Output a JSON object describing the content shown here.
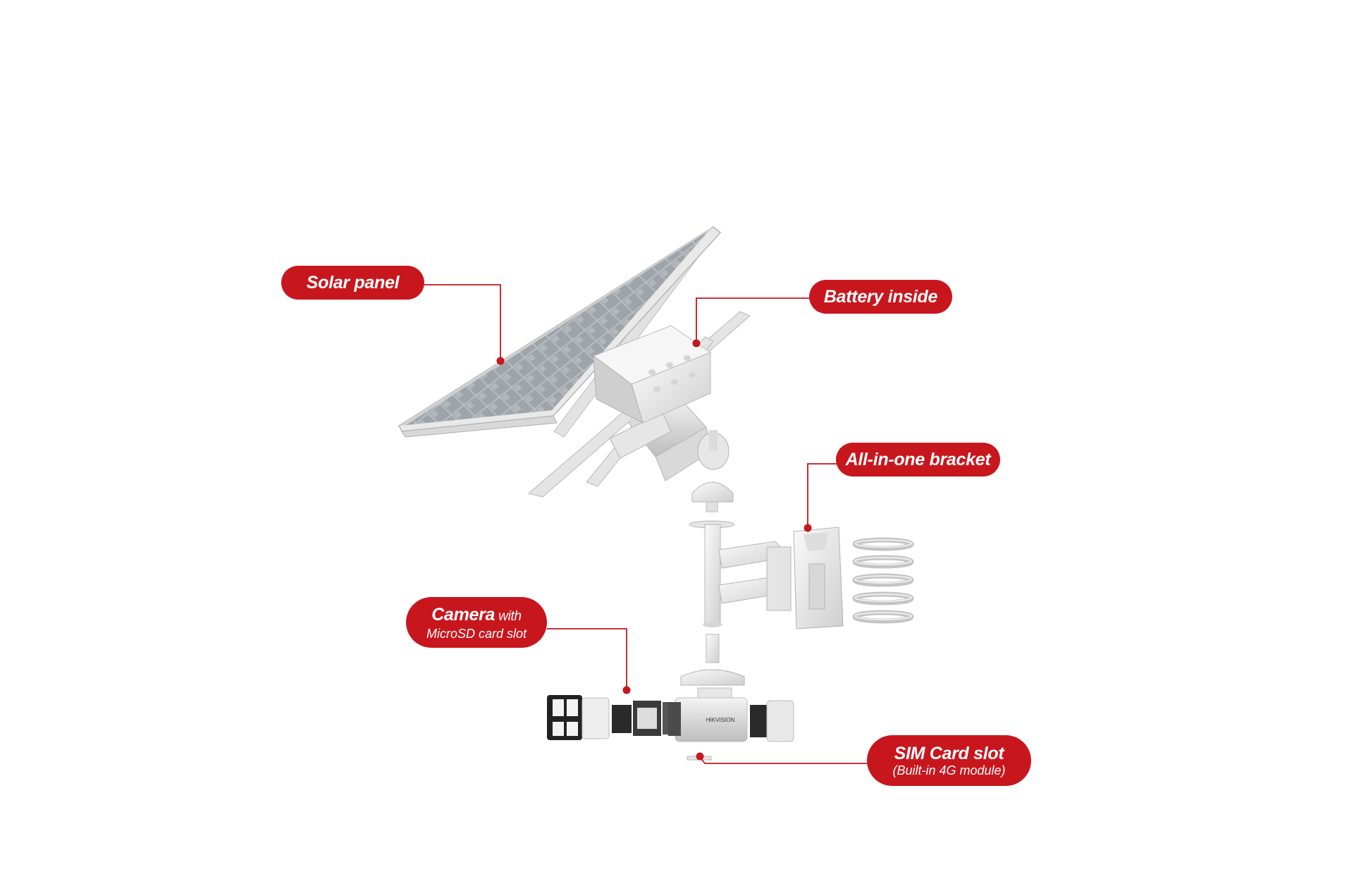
{
  "colors": {
    "accent_red": "#c8161d",
    "device_light": "#f1f1f1",
    "device_mid": "#d6d6d6",
    "device_dark": "#9c9c9c",
    "panel_blue_gray": "#8f969d",
    "camera_black": "#1e1e1e"
  },
  "labels": {
    "solar_panel": "Solar panel",
    "battery": "Battery inside",
    "bracket": "All-in-one bracket",
    "camera_main": "Camera",
    "camera_with": " with",
    "camera_sub": "MicroSD card slot",
    "sim_main": "SIM Card slot",
    "sim_sub": "(Built-in 4G module)"
  },
  "device_text": {
    "brand": "HIKVISION"
  }
}
